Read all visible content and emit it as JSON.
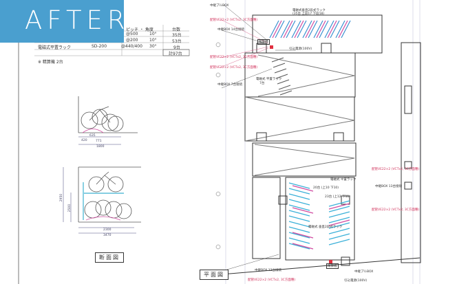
{
  "banner": {
    "label": "AFTER",
    "color": "#4a9fcf"
  },
  "spec_table": {
    "headers": {
      "pitch_angle": "ピッチ ・ 角度",
      "count": "台数"
    },
    "rows": [
      {
        "name": "",
        "model": "",
        "pitch": "@500",
        "angle": "10°",
        "count": "35台"
      },
      {
        "name": "",
        "model": "",
        "pitch": "@200",
        "angle": "10°",
        "count": "53台"
      },
      {
        "name": "電磁式平置ラック",
        "model": "SD-200",
        "pitch": "@440/400",
        "angle": "30°",
        "count": "9台"
      }
    ],
    "total": "計97台",
    "note": "※ 精算機 2台"
  },
  "section": {
    "title": "断面図",
    "dims": [
      "1800",
      "420",
      "635",
      "771",
      "2300",
      "3470",
      "2950",
      "2500"
    ]
  },
  "plan": {
    "title": "平面図",
    "labels": {
      "top_rack": "電磁式垂直2段式ラック",
      "top_rack_sub": "(35台 上段17 下段18)",
      "power": "引込電源(100V)",
      "pay_machine_1": "精算機",
      "pay_machine_2": "精算機",
      "flat_rack": "電磁式 平置ラック",
      "flat_rack_count": "7台",
      "relay_pull": "中継プルBOX",
      "relay_box_14": "中継BOX 14台接続",
      "relay_box_7": "中継BOX 7台接続",
      "relay_box_12": "中継BOX 12台接続",
      "relay_box_13": "中継BOX 13台接続",
      "lower_rack": "電磁式 垂直2段式ラック",
      "flat_rack_2": "電磁式 平置ラック",
      "counts_1": "20台 (上10 下10)",
      "counts_2": "23台 (上12 下11)",
      "power_2": "引込電源(100V)",
      "relay_pull_2": "中継プルBOX",
      "pipe_1": "配管VE22×2 (VCTx2, 3C方面種)",
      "pipe_2": "配管VE22×2 (VCTx2, 3C方面種)",
      "pipe_3": "配管VE22×2 (VCTx2, 3C方面種)",
      "pipe_4": "配管VE22×2 (VCTx2, 3C方面種)",
      "pipe_5": "配管VE22×2 (VCTx2, 3C方面種)",
      "pipe_6": "配管VE22×2 (VCTx2, 3C方面種)"
    }
  }
}
